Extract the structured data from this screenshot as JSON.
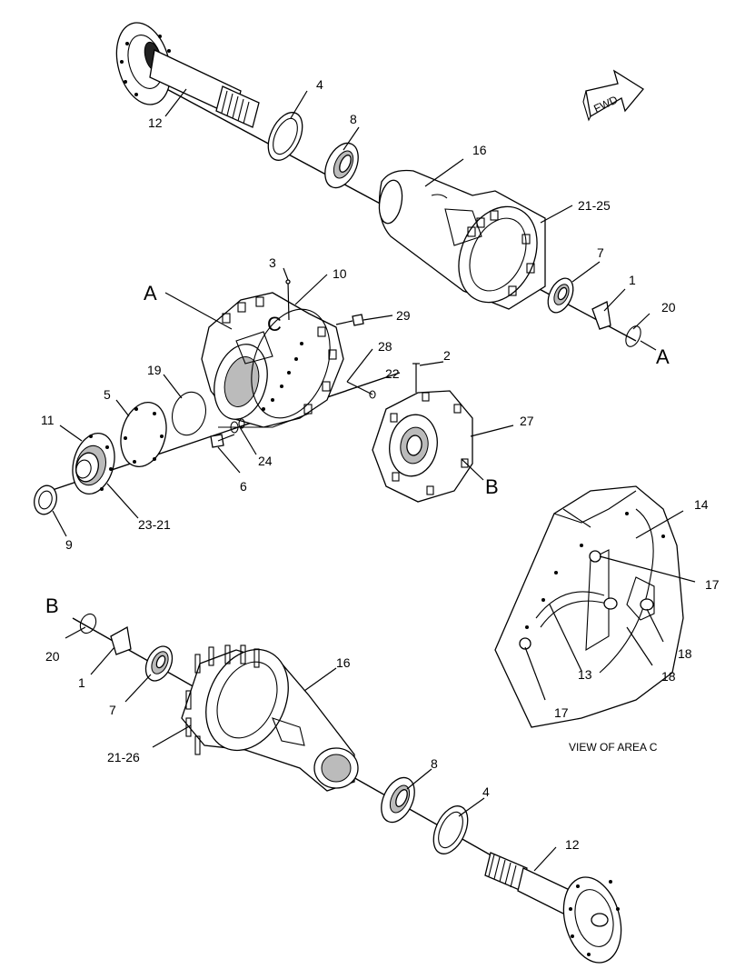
{
  "diagram": {
    "fwd_label": "FWD",
    "view_caption": "VIEW OF AREA C",
    "letters": {
      "a1": "A",
      "a2": "A",
      "b1": "B",
      "b2": "B",
      "c": "C"
    },
    "callouts": {
      "c12_top": "12",
      "c4_top": "4",
      "c8_top": "8",
      "c16_top": "16",
      "c21_25": "21-25",
      "c7_top": "7",
      "c1_top": "1",
      "c20_top": "20",
      "c3": "3",
      "c10": "10",
      "c29": "29",
      "c28": "28",
      "c22": "22",
      "c2": "2",
      "c27": "27",
      "c19": "19",
      "c5": "5",
      "c11": "11",
      "c9": "9",
      "c23_21": "23-21",
      "c6": "6",
      "c24": "24",
      "c14": "14",
      "c17_a": "17",
      "c17_b": "17",
      "c18_a": "18",
      "c18_b": "18",
      "c13": "13",
      "c20_bot": "20",
      "c1_bot": "1",
      "c7_bot": "7",
      "c16_bot": "16",
      "c21_26": "21-26",
      "c8_bot": "8",
      "c4_bot": "4",
      "c12_bot": "12"
    }
  }
}
